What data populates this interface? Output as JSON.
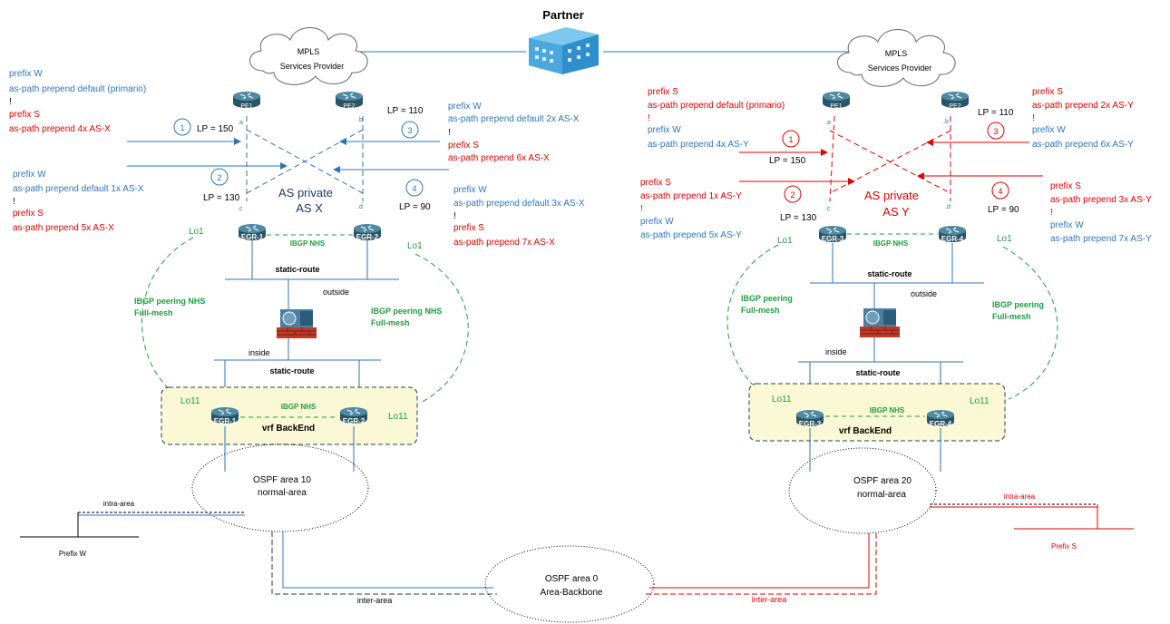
{
  "partner_label": "Partner",
  "cloud_text": [
    "MPLS",
    "Services Provider"
  ],
  "colors": {
    "blue": "#2e75b6",
    "red": "#e00000",
    "green": "#1e9e3e",
    "yellow_box": "#fbf8d5",
    "router": "#3e6f84"
  },
  "left": {
    "pe1": "PE1",
    "pe2": "PE2",
    "port_a": ".a",
    "port_b": ".b",
    "port_c": ".c",
    "port_d": ".d",
    "as_line1": "AS private",
    "as_line2": "AS X",
    "lp1": "LP = 150",
    "lp2": "LP = 130",
    "lp3": "LP = 110",
    "lp4": "LP = 90",
    "n1": "1",
    "n2": "2",
    "n3": "3",
    "n4": "4",
    "ann1": [
      "prefix W",
      "as-path prepend default (primario)",
      "!",
      "prefix S",
      "as-path prepend 4x AS-X"
    ],
    "ann2": [
      "prefix W",
      "as-path prepend default 1x AS-X",
      "!",
      "prefix S",
      "as-path prepend 5x AS-X"
    ],
    "ann3": [
      "prefix W",
      "as-path prepend default 2x AS-X",
      "!",
      "prefix S",
      "as-path prepend 6x AS-X"
    ],
    "ann4": [
      "prefix W",
      "as-path prepend default 3x AS-X",
      "!",
      "prefix S",
      "as-path prepend 7x AS-X"
    ],
    "egr1": "EGR-1",
    "egr2": "EGR-2",
    "ibgp_nhs": "IBGP NHS",
    "lo1": "Lo1",
    "lo11": "Lo11",
    "static_route": "static-route",
    "outside": "outside",
    "inside": "inside",
    "peering_left": [
      "IBGP peering NHS",
      "Full-mesh"
    ],
    "peering_right": [
      "IBGP peering NHS",
      "Full-mesh"
    ],
    "vrf": "vrf BackEnd",
    "ospf": [
      "OSPF area 10",
      "normal-area"
    ],
    "intra": "intra-area",
    "prefix": "Prefix W",
    "inter": "inter-area"
  },
  "right": {
    "pe1": "PE1",
    "pe2": "PE2",
    "port_a": ".a",
    "port_b": ".b",
    "port_c": ".c",
    "port_d": ".d",
    "as_line1": "AS private",
    "as_line2": "AS Y",
    "lp1": "LP = 150",
    "lp2": "LP = 130",
    "lp3": "LP = 110",
    "lp4": "LP = 90",
    "n1": "1",
    "n2": "2",
    "n3": "3",
    "n4": "4",
    "ann1": [
      "prefix S",
      "as-path prepend default (primario)",
      "!",
      "prefix W",
      "as-path prepend 4x AS-Y"
    ],
    "ann2": [
      "prefix S",
      "as-path prepend 1x AS-Y",
      "!",
      "prefix W",
      "as-path prepend 5x AS-Y"
    ],
    "ann3": [
      "prefix S",
      "as-path prepend 2x AS-Y",
      "!",
      "prefix W",
      "as-path prepend 6x AS-Y"
    ],
    "ann4": [
      "prefix S",
      "as-path prepend 3x AS-Y",
      "!",
      "prefix W",
      "as-path prepend 7x AS-Y"
    ],
    "egr3": "EGR-3",
    "egr4": "EGR-4",
    "ibgp_nhs": "IBGP NHS",
    "lo1": "Lo1",
    "lo11": "Lo11",
    "static_route": "static-route",
    "outside": "outside",
    "inside": "inside",
    "peering_left": [
      "IBGP peering",
      "Full-mesh"
    ],
    "peering_right": [
      "IBGP peering",
      "Full-mesh"
    ],
    "vrf": "vrf BackEnd",
    "ospf": [
      "OSPF area 20",
      "normal-area"
    ],
    "intra": "intra-area",
    "prefix": "Prefix S",
    "inter": "inter-area"
  },
  "backbone": [
    "OSPF area 0",
    "Area-Backbone"
  ]
}
